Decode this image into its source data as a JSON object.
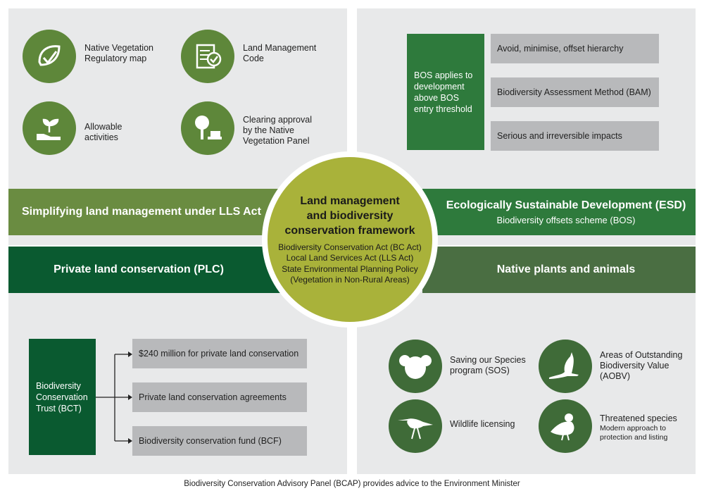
{
  "top_left": {
    "items": [
      {
        "icon": "leaf-check-icon",
        "label": [
          "Native Vegetation",
          "Regulatory map"
        ]
      },
      {
        "icon": "checklist-icon",
        "label": [
          "Land Management",
          "Code"
        ]
      },
      {
        "icon": "hand-seedling-icon",
        "label": [
          "Allowable",
          "activities"
        ]
      },
      {
        "icon": "tree-bulldozer-icon",
        "label": [
          "Clearing approval",
          "by the Native",
          "Vegetation Panel"
        ]
      }
    ]
  },
  "top_right": {
    "main": [
      "BOS applies to",
      "development",
      "above BOS",
      "entry threshold"
    ],
    "items": [
      "Avoid, minimise, offset hierarchy",
      "Biodiversity Assessment Method (BAM)",
      "Serious and irreversible impacts"
    ]
  },
  "bands": {
    "top_left": "Simplifying land management under LLS Act",
    "top_right_title": "Ecologically Sustainable Development (ESD)",
    "top_right_sub": "Biodiversity offsets scheme (BOS)",
    "bottom_left": "Private land conservation (PLC)",
    "bottom_right": "Native plants and animals"
  },
  "center": {
    "title": [
      "Land management",
      "and biodiversity",
      "conservation framework"
    ],
    "lines": [
      "Biodiversity Conservation Act (BC Act)",
      "Local Land Services Act (LLS Act)",
      "State Environmental Planning Policy",
      "(Vegetation in Non-Rural Areas)"
    ]
  },
  "bottom_left": {
    "main": [
      "Biodiversity",
      "Conservation",
      "Trust (BCT)"
    ],
    "items": [
      "$240 million for private land conservation",
      "Private land conservation agreements",
      "Biodiversity conservation fund (BCF)"
    ]
  },
  "bottom_right": {
    "items": [
      {
        "icon": "koala-icon",
        "label": [
          "Saving our Species",
          "program (SOS)"
        ]
      },
      {
        "icon": "wallaby-icon",
        "label": [
          "Areas of Outstanding",
          "Biodiversity Value",
          "(AOBV)"
        ]
      },
      {
        "icon": "shorebird-icon",
        "label": [
          "Wildlife licensing"
        ]
      },
      {
        "icon": "quail-icon",
        "label": [
          "Threatened species"
        ],
        "sub": [
          "Modern approach to",
          "protection and listing"
        ]
      }
    ]
  },
  "footer": "Biodiversity Conservation Advisory Panel (BCAP) provides advice to the Environment Minister",
  "colors": {
    "panel": "#e8e9ea",
    "lime": "#a9b23a",
    "green_light": "#6a8c41",
    "green_mid": "#2e7a3c",
    "green_dark": "#0a5a30",
    "green_olive": "#4a6e42"
  }
}
